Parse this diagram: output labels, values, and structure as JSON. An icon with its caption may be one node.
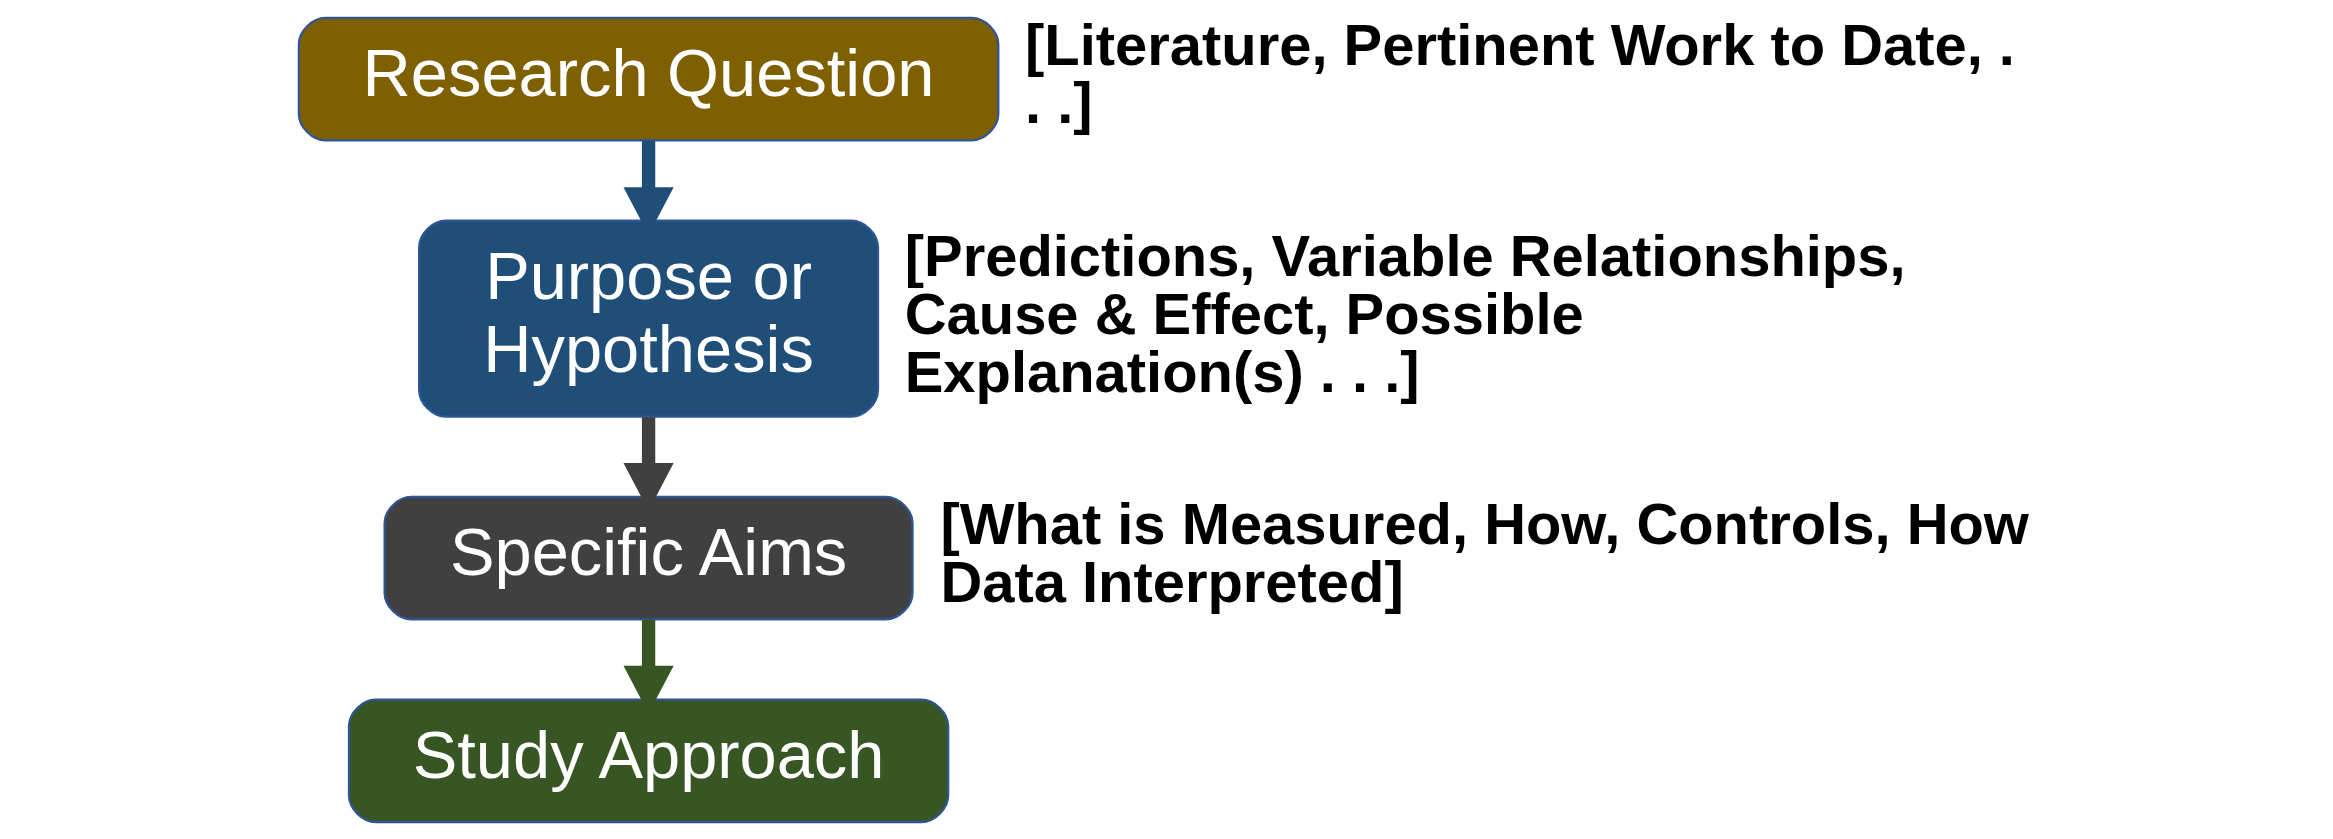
{
  "diagram": {
    "nodes": [
      {
        "text": [
          "Research Question"
        ],
        "beside": [
          "[Literature, Pertinent Work to Date, . . .]"
        ]
      },
      {
        "text": [
          "Purpose or Hypothesis"
        ],
        "beside": [
          "[Predictions, Variable Relationships, Cause & Effect, Possible Explanation(s) . . .]"
        ]
      },
      {
        "text": [
          "Specific Aims"
        ],
        "beside": [
          "[What is Measured, How, Controls, How Data Interpreted]"
        ]
      },
      {
        "text": [
          "Study Approach"
        ]
      }
    ],
    "edges": [
      {
        "from": 0,
        "to": 1,
        "arrow": "to",
        "color": "#1f4e79"
      },
      {
        "from": 1,
        "to": 2,
        "arrow": "to",
        "color": "#404040"
      },
      {
        "from": 2,
        "to": 3,
        "arrow": "to",
        "color": "#375623"
      }
    ]
  }
}
